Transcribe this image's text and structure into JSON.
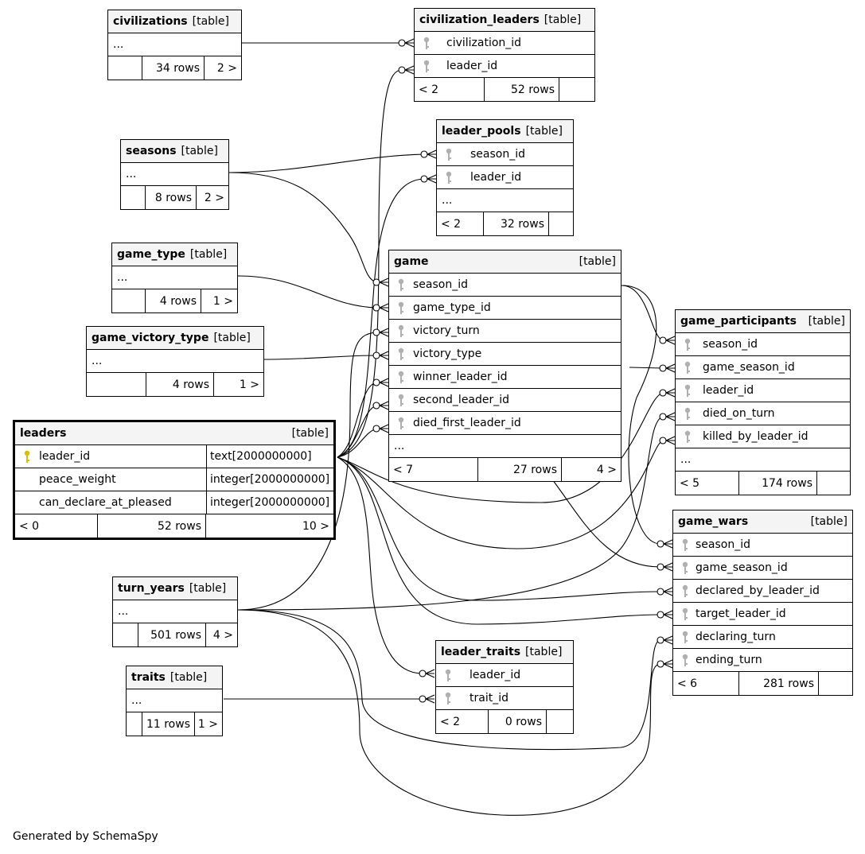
{
  "footer_text": "Generated by SchemaSpy",
  "tables": {
    "civilizations": {
      "name": "civilizations",
      "tag": "[table]",
      "rows": [
        "..."
      ],
      "footer": [
        "",
        "34 rows",
        "2 >"
      ]
    },
    "civilization_leaders": {
      "name": "civilization_leaders",
      "tag": "[table]",
      "rows": [
        "civilization_id",
        "leader_id"
      ],
      "footer": [
        "< 2",
        "52 rows",
        ""
      ]
    },
    "seasons": {
      "name": "seasons",
      "tag": "[table]",
      "rows": [
        "..."
      ],
      "footer": [
        "",
        "8 rows",
        "2 >"
      ]
    },
    "leader_pools": {
      "name": "leader_pools",
      "tag": "[table]",
      "rows": [
        "season_id",
        "leader_id",
        "..."
      ],
      "footer": [
        "< 2",
        "32 rows",
        ""
      ]
    },
    "game_type": {
      "name": "game_type",
      "tag": "[table]",
      "rows": [
        "..."
      ],
      "footer": [
        "",
        "4 rows",
        "1 >"
      ]
    },
    "game": {
      "name": "game",
      "tag": "[table]",
      "rows": [
        "season_id",
        "game_type_id",
        "victory_turn",
        "victory_type",
        "winner_leader_id",
        "second_leader_id",
        "died_first_leader_id",
        "..."
      ],
      "footer": [
        "< 7",
        "27 rows",
        "4 >"
      ]
    },
    "game_victory_type": {
      "name": "game_victory_type",
      "tag": "[table]",
      "rows": [
        "..."
      ],
      "footer": [
        "",
        "4 rows",
        "1 >"
      ]
    },
    "leaders": {
      "name": "leaders",
      "tag": "[table]",
      "columns": [
        {
          "name": "leader_id",
          "type": "text[2000000000]"
        },
        {
          "name": "peace_weight",
          "type": "integer[2000000000]"
        },
        {
          "name": "can_declare_at_pleased",
          "type": "integer[2000000000]"
        }
      ],
      "footer": [
        "< 0",
        "52 rows",
        "10 >"
      ]
    },
    "game_participants": {
      "name": "game_participants",
      "tag": "[table]",
      "rows": [
        "season_id",
        "game_season_id",
        "leader_id",
        "died_on_turn",
        "killed_by_leader_id",
        "..."
      ],
      "footer": [
        "< 5",
        "174 rows",
        ""
      ]
    },
    "game_wars": {
      "name": "game_wars",
      "tag": "[table]",
      "rows": [
        "season_id",
        "game_season_id",
        "declared_by_leader_id",
        "target_leader_id",
        "declaring_turn",
        "ending_turn"
      ],
      "footer": [
        "< 6",
        "281 rows",
        ""
      ]
    },
    "turn_years": {
      "name": "turn_years",
      "tag": "[table]",
      "rows": [
        "..."
      ],
      "footer": [
        "",
        "501 rows",
        "4 >"
      ]
    },
    "leader_traits": {
      "name": "leader_traits",
      "tag": "[table]",
      "rows": [
        "leader_id",
        "trait_id"
      ],
      "footer": [
        "< 2",
        "0 rows",
        ""
      ]
    },
    "traits": {
      "name": "traits",
      "tag": "[table]",
      "rows": [
        "..."
      ],
      "footer": [
        "",
        "11 rows",
        "1 >"
      ]
    }
  }
}
